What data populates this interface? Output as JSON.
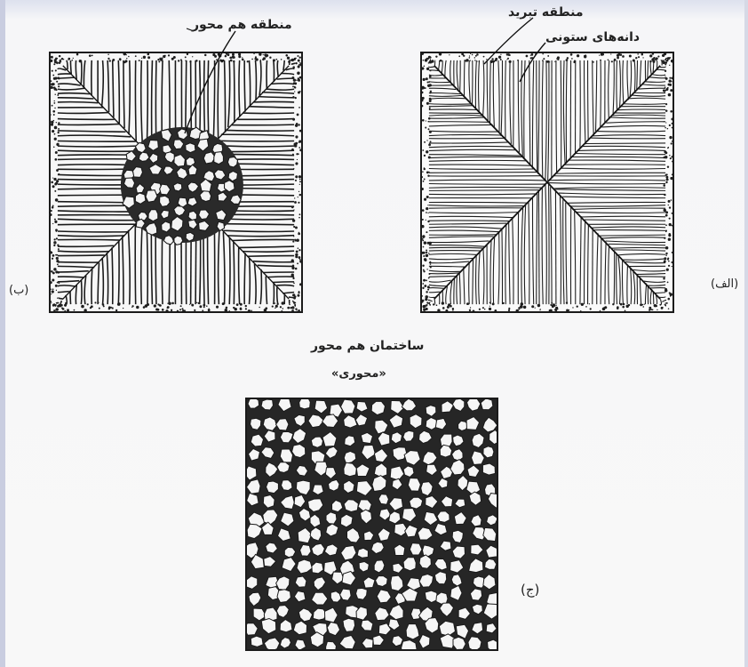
{
  "labels": {
    "chill_zone": "منطقه تبرید",
    "columnar_grains": "دانه‌های ستونی",
    "equiaxed_zone": "منطقه هم محور",
    "equiaxed_structure": "ساختمان هم محور",
    "equiaxed_structure_sub": "«محوری»",
    "panel_alef": "(الف)",
    "panel_be": "(ب)",
    "panel_jim": "(ج)"
  },
  "colors": {
    "ink": "#1b1b1b",
    "paper": "#f8f8f8",
    "grain_fill": "#f4f4f4",
    "header_tint": "#dde1ee"
  }
}
